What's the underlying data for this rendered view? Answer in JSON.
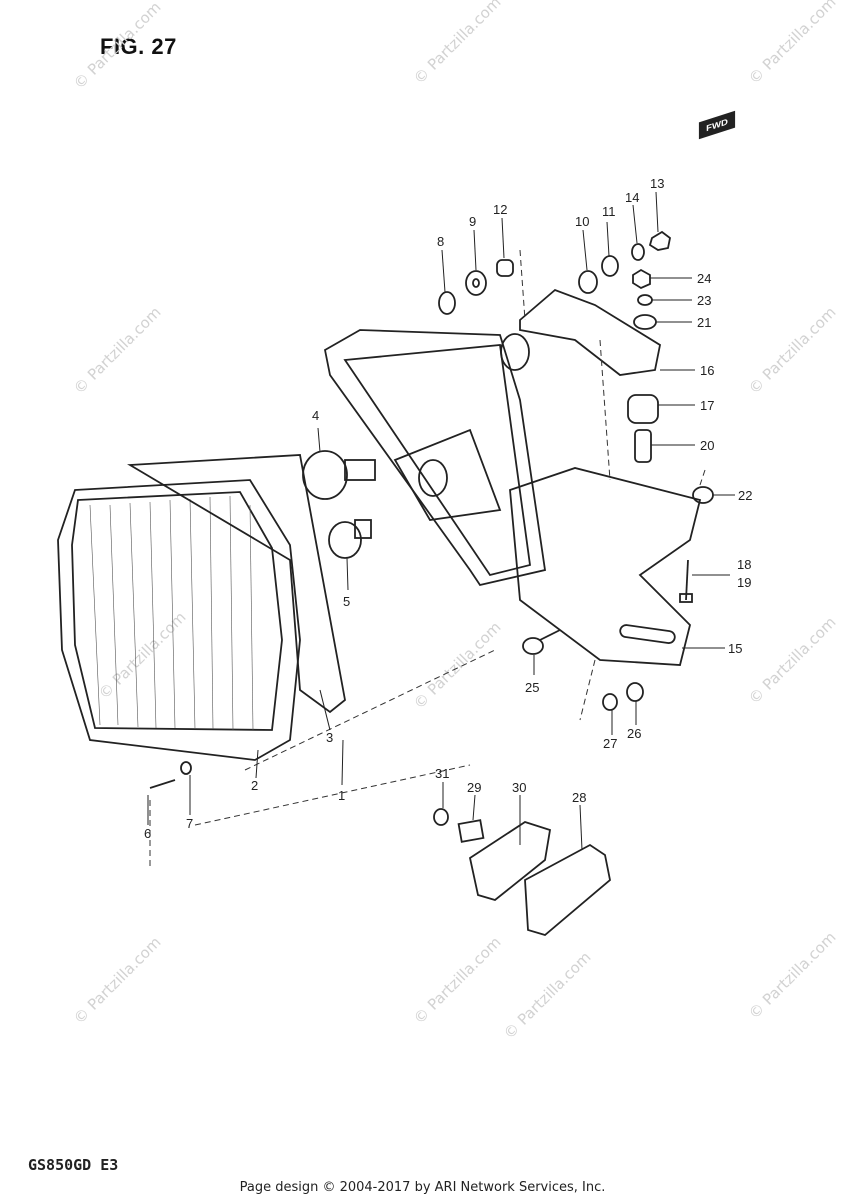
{
  "figure": {
    "title": "FIG. 27",
    "model_code": "GS850GD E3",
    "fwd_label": "FWD"
  },
  "footer": {
    "text": "Page design © 2004-2017 by ARI Network Services, Inc."
  },
  "watermark": {
    "text": "© Partzilla.com"
  },
  "callouts": [
    "1",
    "2",
    "3",
    "4",
    "5",
    "6",
    "7",
    "8",
    "9",
    "10",
    "11",
    "12",
    "13",
    "14",
    "15",
    "16",
    "17",
    "18",
    "19",
    "20",
    "21",
    "22",
    "23",
    "24",
    "25",
    "26",
    "27",
    "28",
    "29",
    "30",
    "31"
  ],
  "colors": {
    "line": "#222222",
    "watermark": "#d2d2d2",
    "background": "#ffffff"
  }
}
